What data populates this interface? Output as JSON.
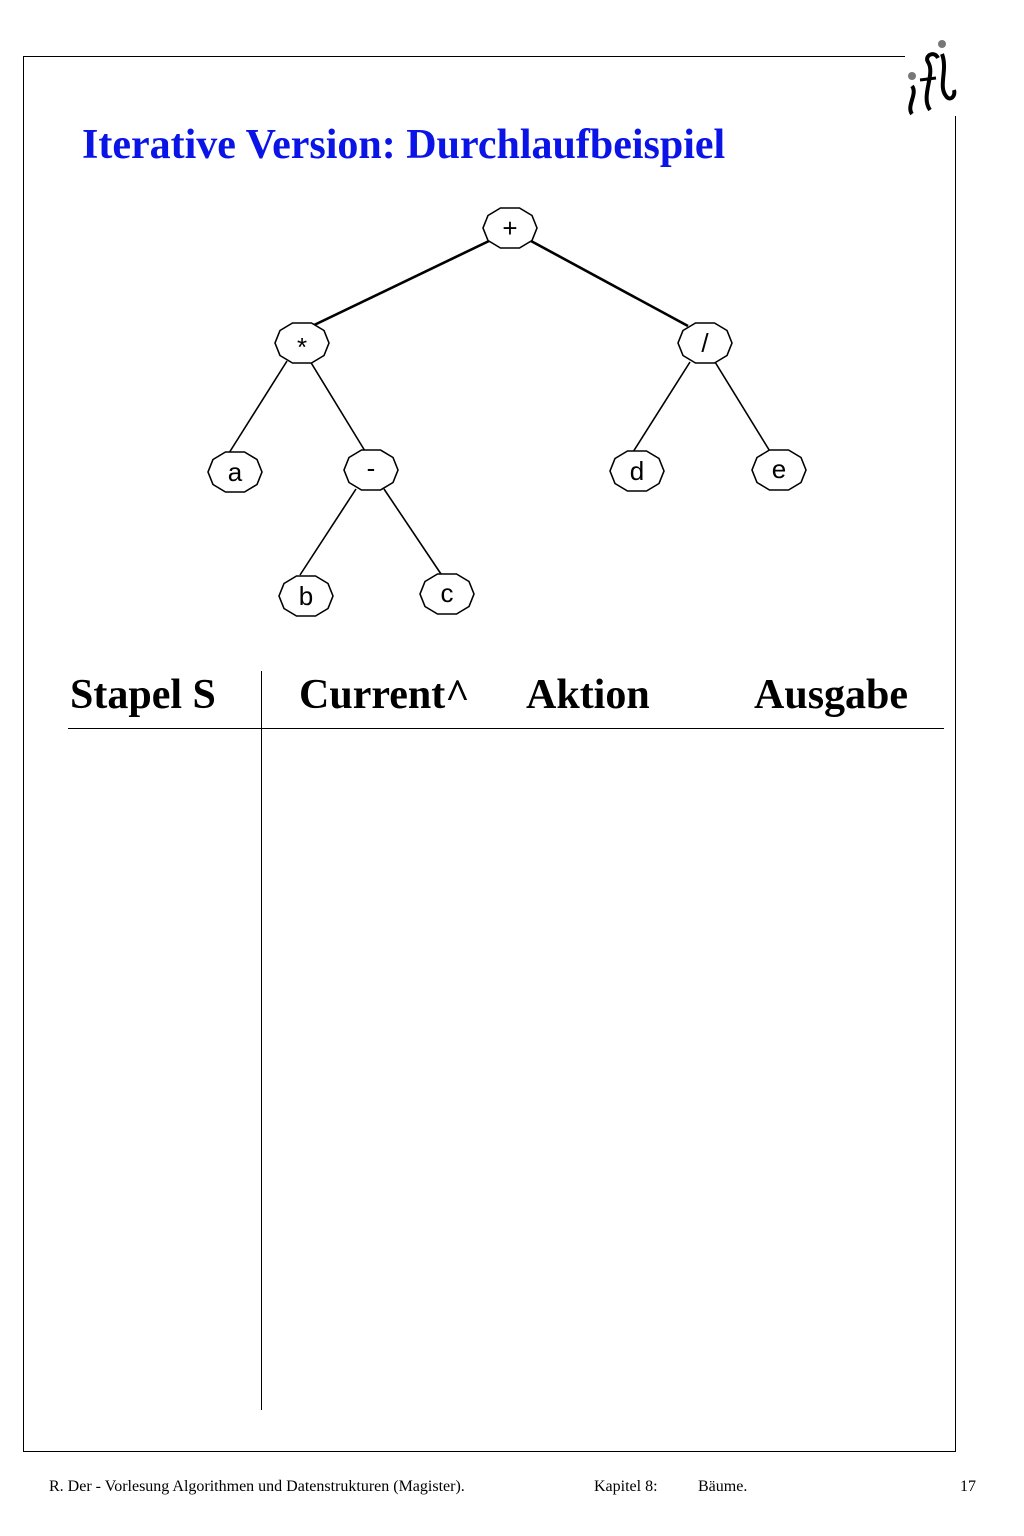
{
  "slide": {
    "title": "Iterative Version: Durchlaufbeispiel",
    "title_color": "#0a14e6"
  },
  "logo": {
    "name": "ifi-logo"
  },
  "tree": {
    "nodes": [
      {
        "id": "plus",
        "label": "+"
      },
      {
        "id": "mul",
        "label": "*"
      },
      {
        "id": "div",
        "label": "/"
      },
      {
        "id": "a",
        "label": "a"
      },
      {
        "id": "minus",
        "label": "-"
      },
      {
        "id": "d",
        "label": "d"
      },
      {
        "id": "e",
        "label": "e"
      },
      {
        "id": "b",
        "label": "b"
      },
      {
        "id": "c",
        "label": "c"
      }
    ]
  },
  "table": {
    "headers": [
      "Stapel S",
      "Current^",
      "Aktion",
      "Ausgabe"
    ]
  },
  "footer": {
    "author_course": "R. Der  - Vorlesung Algorithmen und Datenstrukturen (Magister).",
    "chapter": "Kapitel 8:",
    "chapter_title": "Bäume.",
    "page": "17"
  }
}
